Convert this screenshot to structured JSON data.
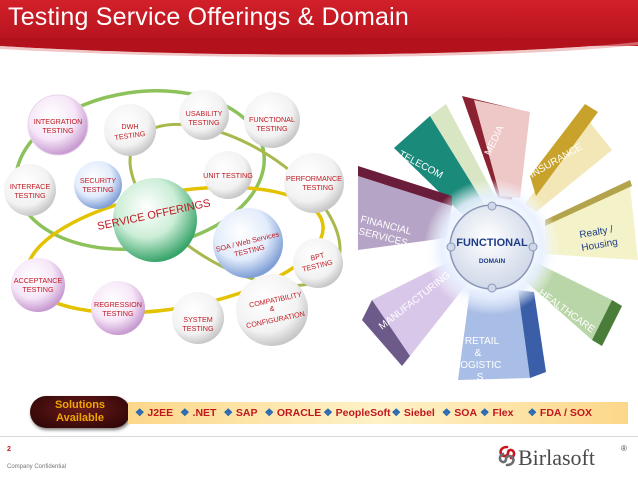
{
  "title": "Testing Service Offerings & Domain",
  "center_bubble": "SERVICE OFFERINGS",
  "bubbles": {
    "integration": [
      "INTEGRATION",
      "TESTING"
    ],
    "dwh": [
      "DWH",
      "TESTING"
    ],
    "usability": [
      "USABILITY",
      "TESTING"
    ],
    "functional": [
      "FUNCTIONAL",
      "TESTING"
    ],
    "interface": [
      "INTERFACE",
      "TESTING"
    ],
    "security": [
      "SECURITY",
      "TESTING"
    ],
    "unit": [
      "UNIT TESTING"
    ],
    "performance": [
      "PERFORMANCE",
      "TESTING"
    ],
    "soa": [
      "SOA / Web Services",
      "TESTING"
    ],
    "bpt": [
      "BPT",
      "TESTING"
    ],
    "acceptance": [
      "ACCEPTANCE",
      "TESTING"
    ],
    "regression": [
      "REGRESSION",
      "TESTING"
    ],
    "system": [
      "SYSTEM",
      "TESTING"
    ],
    "compatibility": [
      "COMPATIBILITY",
      "&",
      "CONFIGURATION"
    ]
  },
  "hub": {
    "title": "FUNCTIONAL",
    "subtitle": "DOMAIN"
  },
  "domains": {
    "telecom": "TELECOM",
    "media": "MEDIA",
    "insurance": "INSURANCE",
    "financial": [
      "FINANCIAL",
      "SERVICES"
    ],
    "realty": [
      "Realty /",
      "Housing"
    ],
    "manufacturing": "MANUFACTURING",
    "healthcare": "HEALTHCARE",
    "retail": [
      "RETAIL",
      "&",
      "LOGISTIC",
      "S"
    ]
  },
  "solutions": {
    "label_line1": "Solutions",
    "label_line2": "Available",
    "items": [
      "J2EE",
      ".NET",
      "SAP",
      "ORACLE",
      "PeopleSoft",
      "Siebel",
      "SOA",
      "Flex",
      "FDA / SOX"
    ]
  },
  "footer": {
    "page": "2",
    "confidential": "Company Confidential",
    "logo": "Birlasoft",
    "logo_mark": "®"
  },
  "colors": {
    "header_red": "#c8151f",
    "label_red": "#c01a22",
    "domain_blue": "#1f3c88",
    "solutions_orange": "#f0a500"
  }
}
